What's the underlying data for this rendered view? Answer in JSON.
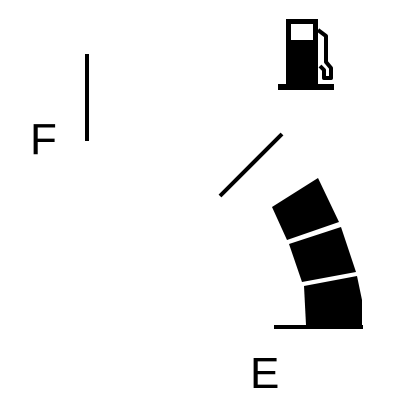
{
  "gauge": {
    "full_label": "F",
    "empty_label": "E",
    "icon": "fuel-pump-icon",
    "level_segments_filled": 3,
    "color": "#000000",
    "background": "#ffffff"
  }
}
